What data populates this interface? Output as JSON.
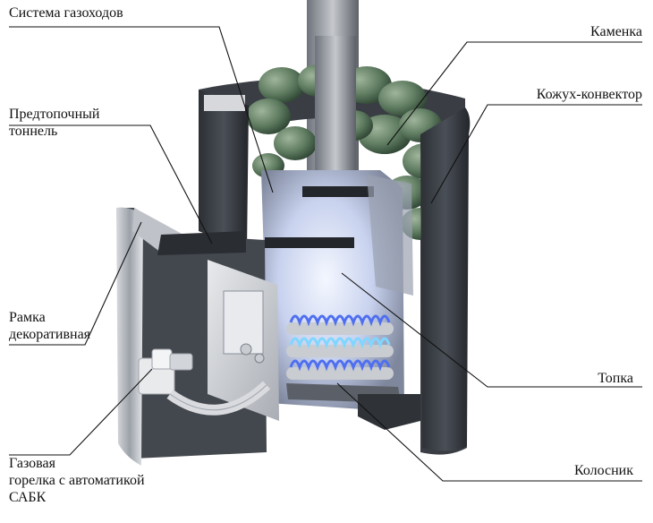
{
  "labels": {
    "flue_system": "Система газоходов",
    "heater_stones": "Каменка",
    "prefirebox_tunnel": [
      "Предтопочный",
      "тоннель"
    ],
    "casing_convector": "Кожух-конвектор",
    "decorative_frame": [
      "Рамка",
      "декоративная"
    ],
    "firebox": "Топка",
    "gas_burner": [
      "Газовая",
      "горелка с автоматикой",
      "САБК"
    ],
    "grate": "Колосник"
  },
  "colors": {
    "stove_dark": "#3b3f45",
    "stove_mid": "#5b6068",
    "metal_light": "#c9ccd1",
    "inner_glow": "#cfd8ef",
    "stones": "#6f8a6c",
    "stones_dark": "#3f5a44",
    "flame_blue": "#4f6ff0",
    "flame_cyan": "#7fd6ff",
    "leader_line": "#111111"
  }
}
